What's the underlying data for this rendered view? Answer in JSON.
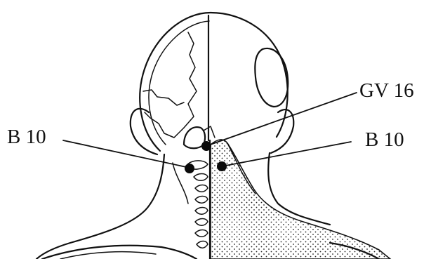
{
  "labels": {
    "gv16": "GV 16",
    "b10_left": "B 10",
    "b10_right": "B 10"
  },
  "colors": {
    "ink": "#111111",
    "background": "#ffffff",
    "stipple": "#222222"
  }
}
